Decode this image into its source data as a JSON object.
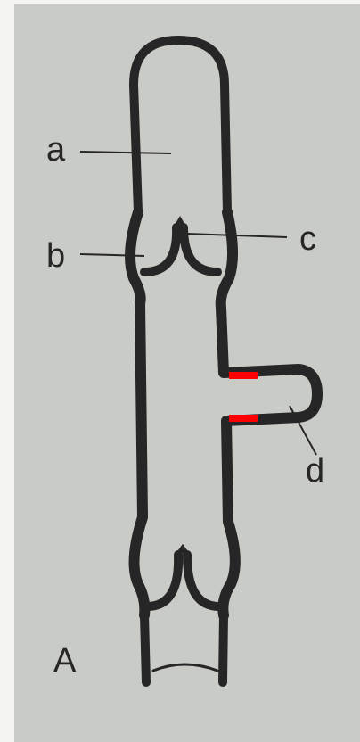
{
  "labels": {
    "a": "a",
    "b": "b",
    "c": "c",
    "d": "d",
    "figure": "A"
  },
  "colors": {
    "background": "#c9cbc6",
    "outline": "#262626",
    "highlight": "#ff0000"
  }
}
